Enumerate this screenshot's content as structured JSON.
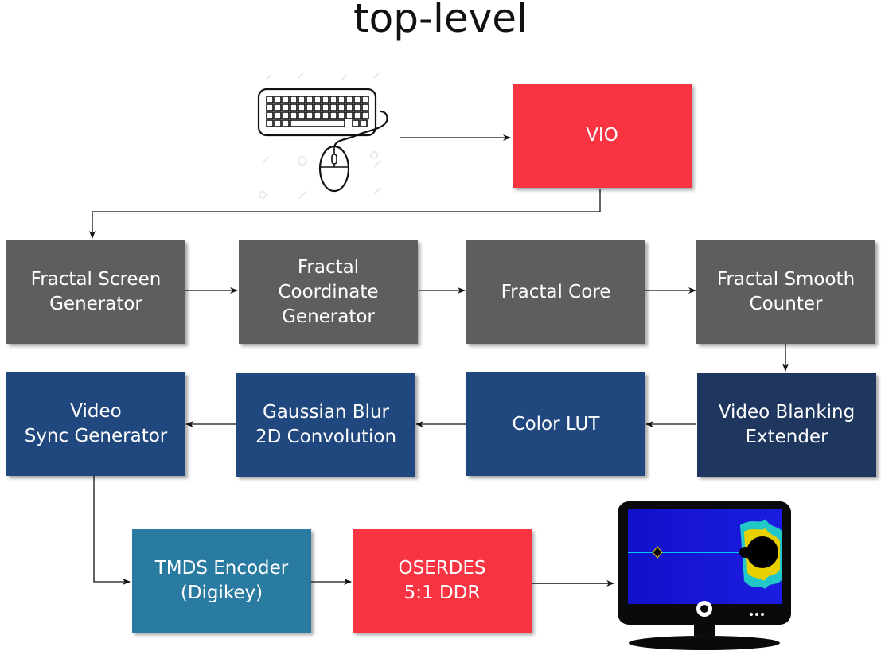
{
  "title": "top-level",
  "blocks": {
    "vio": "VIO",
    "screen_gen": "Fractal Screen\nGenerator",
    "coord_gen": "Fractal\nCoordinate\nGenerator",
    "core": "Fractal Core",
    "smooth": "Fractal Smooth\nCounter",
    "blanking": "Video Blanking\nExtender",
    "lut": "Color LUT",
    "gauss": "Gaussian Blur\n2D Convolution",
    "sync": "Video\nSync Generator",
    "tmds": "TMDS Encoder\n(Digikey)",
    "oserdes": "OSERDES\n5:1 DDR"
  },
  "icons": {
    "input": "keyboard-mouse-icon",
    "output": "monitor-icon"
  },
  "colors": {
    "red": "#f83443",
    "gray": "#5e5e5e",
    "blue": "#21477f",
    "navy": "#1f365e",
    "teal": "#2a7ba1"
  }
}
